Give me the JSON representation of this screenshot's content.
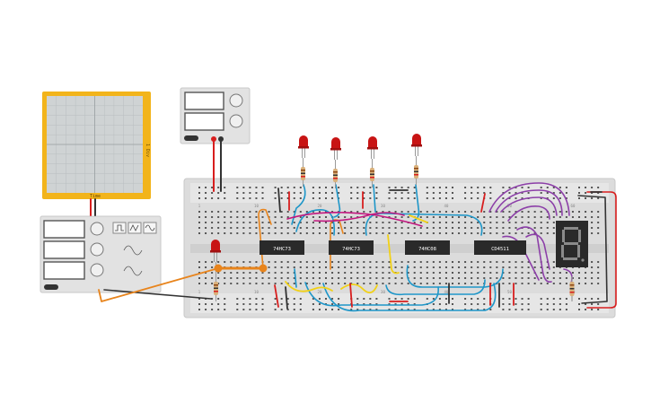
{
  "oscilloscope": {
    "side_label": "1 Div",
    "bottom_label": "Time"
  },
  "function_generator": {
    "mode_icons": [
      "square-wave-icon",
      "triangle-wave-icon",
      "sine-wave-icon"
    ]
  },
  "power_supply": {
    "outputs": [
      "positive-terminal",
      "negative-terminal"
    ]
  },
  "chips": [
    "74HC73",
    "74HC73",
    "74HC08",
    "CD4511"
  ],
  "display": {
    "digit": "8"
  },
  "breadboard": {
    "column_markers": [
      "1",
      "10",
      "20",
      "30",
      "40",
      "50",
      "60"
    ]
  },
  "colors": {
    "scope_frame": "#f2b41b",
    "breadboard": "#dddddd",
    "wire_blue": "#1e96c8",
    "wire_purple": "#8c3fa8",
    "wire_magenta": "#c2187f",
    "wire_orange": "#e8841c",
    "wire_yellow": "#f1d117",
    "wire_red": "#d81e1e",
    "wire_black": "#333333",
    "led_red": "#d01818",
    "chip": "#2a2a2a"
  }
}
